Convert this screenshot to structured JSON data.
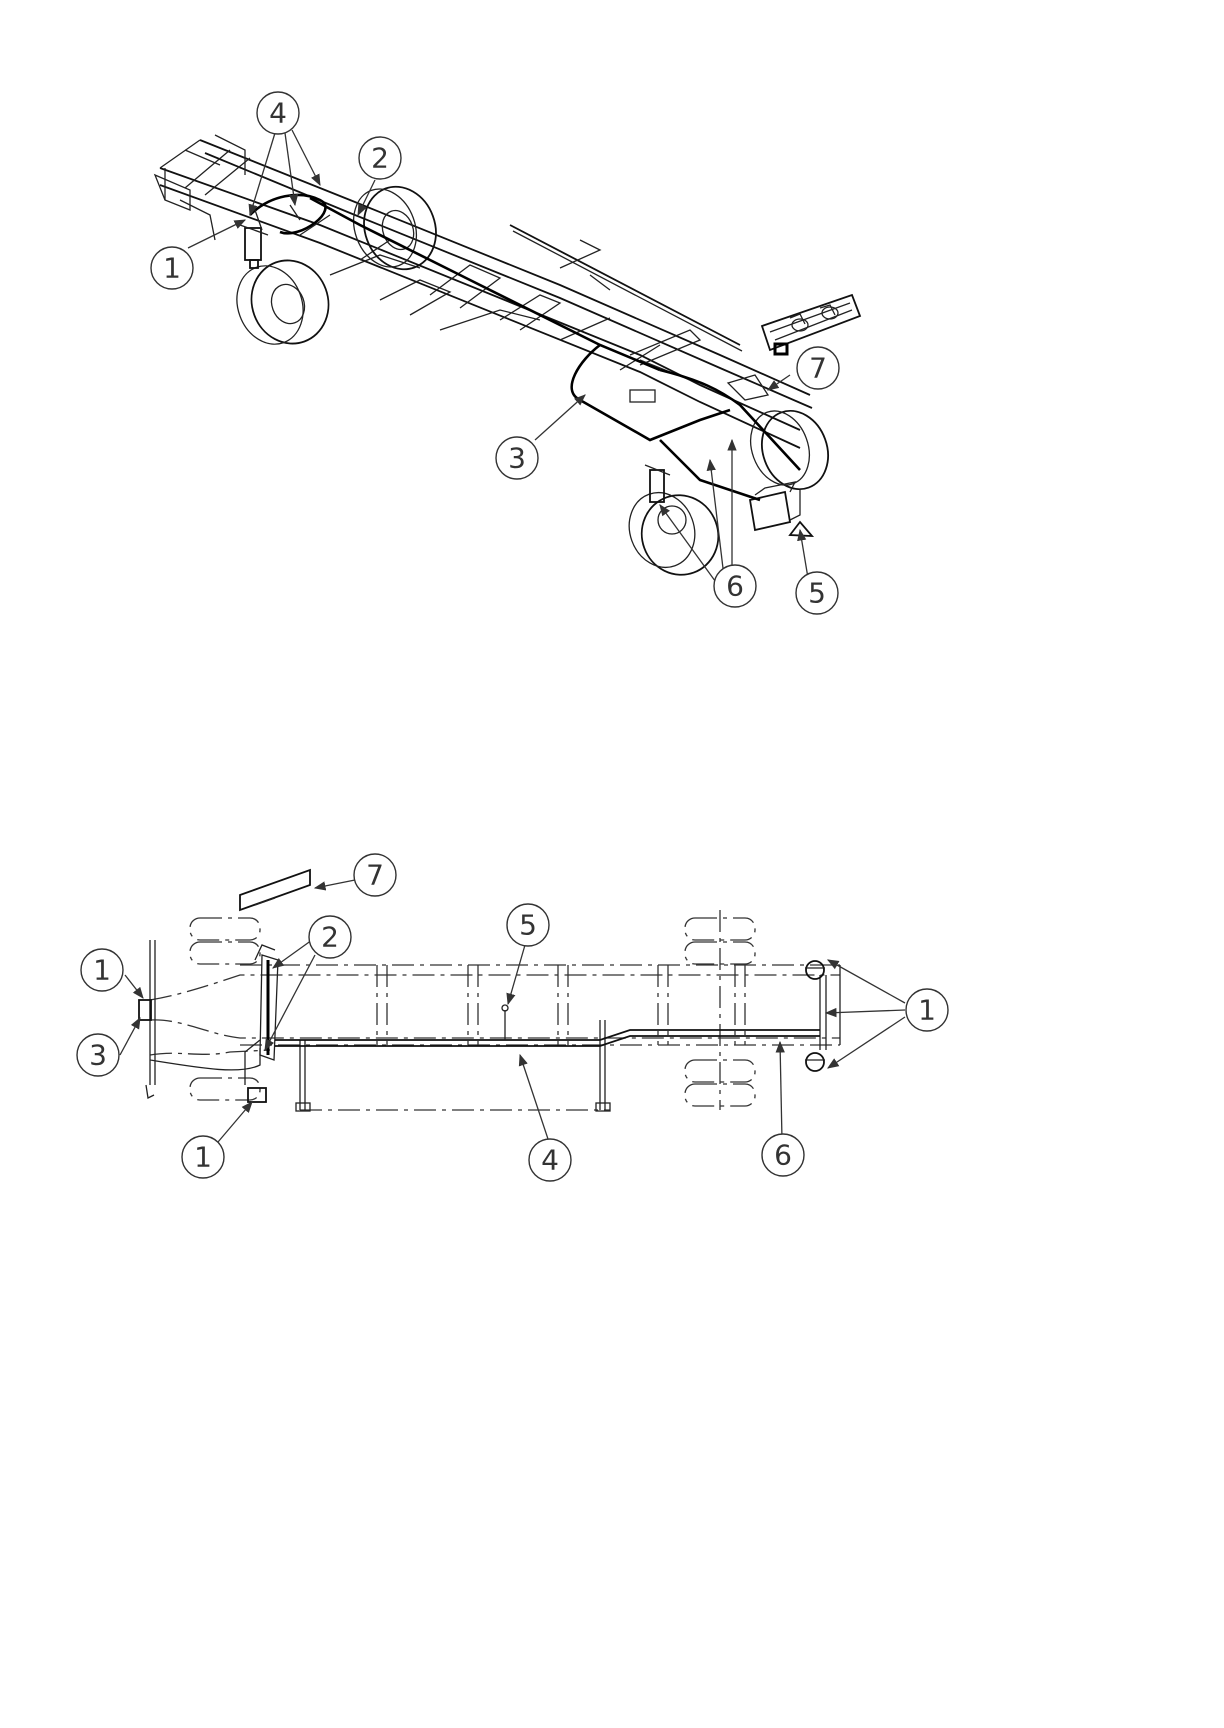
{
  "views": {
    "isometric": {
      "callouts": [
        {
          "id": "iso-1",
          "label": "1"
        },
        {
          "id": "iso-2",
          "label": "2"
        },
        {
          "id": "iso-3",
          "label": "3"
        },
        {
          "id": "iso-4",
          "label": "4"
        },
        {
          "id": "iso-5",
          "label": "5"
        },
        {
          "id": "iso-6",
          "label": "6"
        },
        {
          "id": "iso-7",
          "label": "7"
        }
      ]
    },
    "plan": {
      "callouts": [
        {
          "id": "plan-1-left-top",
          "label": "1"
        },
        {
          "id": "plan-1-left-bottom",
          "label": "1"
        },
        {
          "id": "plan-1-right",
          "label": "1"
        },
        {
          "id": "plan-2",
          "label": "2"
        },
        {
          "id": "plan-3",
          "label": "3"
        },
        {
          "id": "plan-4",
          "label": "4"
        },
        {
          "id": "plan-5",
          "label": "5"
        },
        {
          "id": "plan-6",
          "label": "6"
        },
        {
          "id": "plan-7",
          "label": "7"
        }
      ]
    }
  }
}
